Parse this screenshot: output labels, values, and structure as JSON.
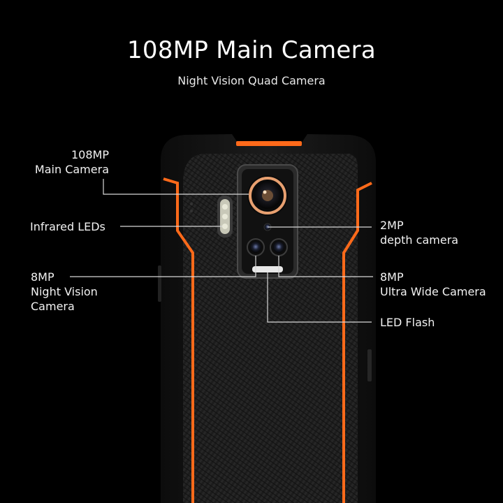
{
  "header": {
    "title": "108MP Main Camera",
    "subtitle": "Night Vision Quad Camera"
  },
  "callouts": {
    "main_camera": [
      "108MP",
      "Main Camera"
    ],
    "infrared_leds": [
      "Infrared LEDs"
    ],
    "night_vision": [
      "8MP",
      "Night Vision",
      "Camera"
    ],
    "depth": [
      "2MP",
      "depth camera"
    ],
    "ultra_wide": [
      "8MP",
      "Ultra Wide Camera"
    ],
    "led_flash": [
      "LED Flash"
    ]
  },
  "colors": {
    "background": "#000000",
    "accent_orange": "#ff6a1a",
    "phone_body": "#1a1a1a",
    "lens_ring": "#e8a070",
    "text": "#f2f2f2"
  }
}
